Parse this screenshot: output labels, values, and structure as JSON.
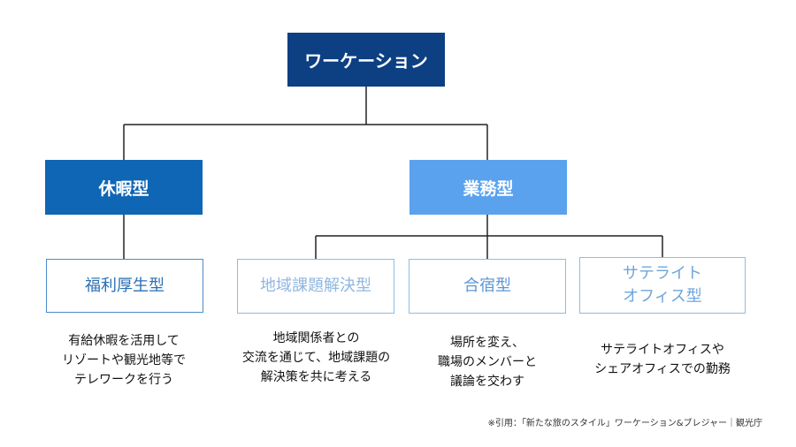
{
  "diagram": {
    "root": {
      "label": "ワーケーション"
    },
    "branches": [
      {
        "label": "休暇型",
        "color": "#0e66b4",
        "children": [
          {
            "label": "福利厚生型",
            "lines": [
              "福利厚生型"
            ],
            "description": [
              "有給休暇を活用して",
              "リゾートや観光地等で",
              "テレワークを行う"
            ]
          }
        ]
      },
      {
        "label": "業務型",
        "color": "#5aa2ee",
        "children": [
          {
            "label": "地域課題解決型",
            "lines": [
              "地域課題解決型"
            ],
            "description": [
              "地域関係者との",
              "交流を通じて、地域課題の",
              "解決策を共に考える"
            ]
          },
          {
            "label": "合宿型",
            "lines": [
              "合宿型"
            ],
            "description": [
              "場所を変え、",
              "職場のメンバーと",
              "議論を交わす"
            ]
          },
          {
            "label": "サテライトオフィス型",
            "lines": [
              "サテライト",
              "オフィス型"
            ],
            "description": [
              "サテライトオフィスや",
              "シェアオフィスでの勤務"
            ]
          }
        ]
      }
    ]
  },
  "citation": "※引用：「新たな旅のスタイル」ワーケーション&ブレジャー｜観光庁",
  "colors": {
    "root": "#0d3f83",
    "line": "#222222"
  }
}
